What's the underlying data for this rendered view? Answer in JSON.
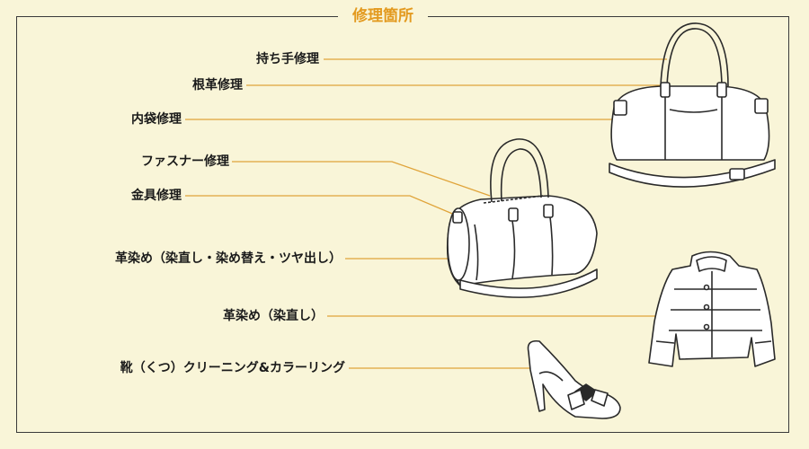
{
  "title": "修理箇所",
  "accent_color": "#e39a1f",
  "labels": [
    "持ち手修理",
    "根革修理",
    "内袋修理",
    "ファスナー修理",
    "金具修理",
    "革染め（染直し・染め替え・ツヤ出し）",
    "革染め（染直し）",
    "靴（くつ）クリーニング&カラーリング"
  ],
  "icons": [
    "handbag-icon",
    "duffel-bag-icon",
    "down-jacket-icon",
    "high-heel-shoe-icon"
  ]
}
